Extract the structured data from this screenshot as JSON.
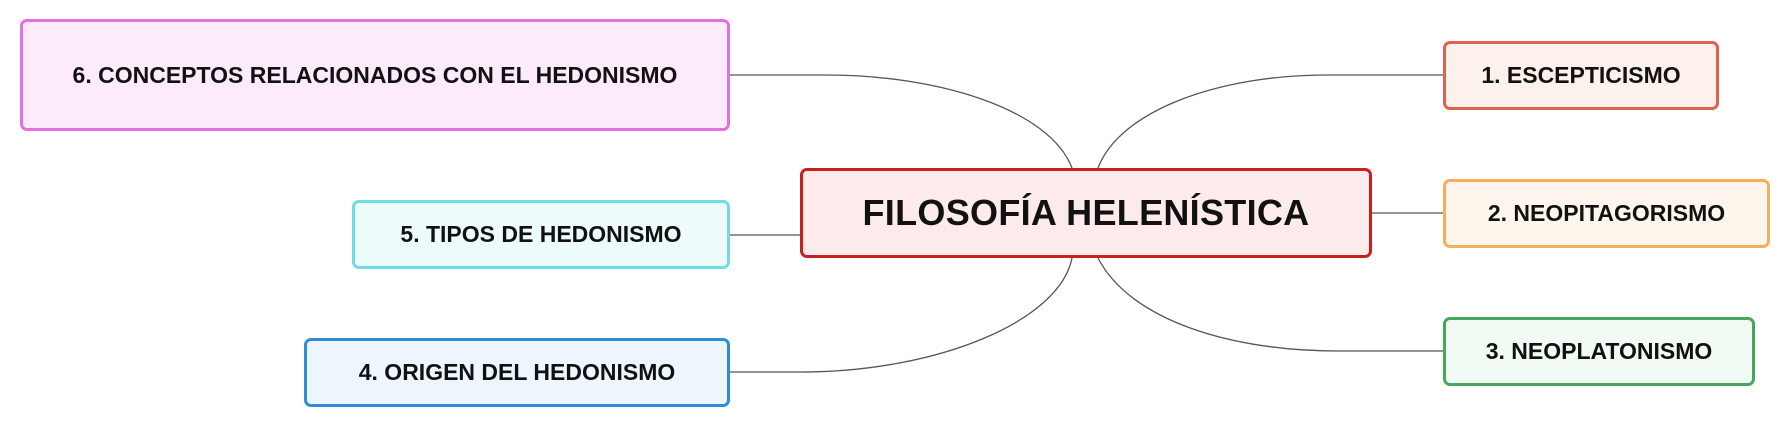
{
  "central_topic": {
    "label": "FILOSOFÍA HELENÍSTICA",
    "fill": "#FDEBEB",
    "border": "#C91F1F"
  },
  "topics": [
    {
      "id": "1",
      "label": "1. ESCEPTICISMO",
      "fill": "#FDF1EC",
      "border": "#E0614D"
    },
    {
      "id": "2",
      "label": "2. NEOPITAGORISMO",
      "fill": "#FEF6EC",
      "border": "#F3AF5A"
    },
    {
      "id": "3",
      "label": "3. NEOPLATONISMO",
      "fill": "#F1FAF3",
      "border": "#45A85A"
    },
    {
      "id": "4",
      "label": "4. ORIGEN DEL HEDONISMO",
      "fill": "#EEF6FD",
      "border": "#2F8CD6"
    },
    {
      "id": "5",
      "label": "5. TIPOS DE HEDONISMO",
      "fill": "#EEFBFB",
      "border": "#6EDDE5"
    },
    {
      "id": "6",
      "label": "6. CONCEPTOS RELACIONADOS CON EL HEDONISMO",
      "fill": "#FCEBFA",
      "border": "#E470DD"
    }
  ],
  "connector_color": "#555555"
}
